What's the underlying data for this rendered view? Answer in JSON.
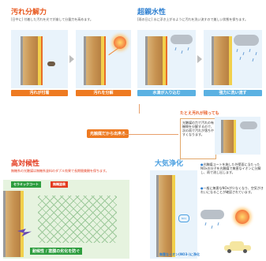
{
  "sections": {
    "stain": {
      "title": "汚れ分解力",
      "desc": "[日中に] 付着した汚れを光でが崩して分量力を高めます。",
      "tag1": "汚れが付着",
      "tag2": "汚れを分解"
    },
    "hydro": {
      "title": "超親水性",
      "desc": "[雨の日に] 水に浮き上がるように汚れを洗い流すので美しい状態を保ちます。",
      "tag1": "水滴が入り込む",
      "tag2": "強力に洗い流す"
    },
    "callout": {
      "title": "たとえ汚れが残っても",
      "body": "光触媒の力で汚れの有機物を分解するので、次の雨で汚れが落ちやすくなります。",
      "badge": "光触媒だから出来る"
    },
    "durability": {
      "title": "高対候性",
      "desc": "無機系の光触媒は無機系塗料のダブル効果で長期間美観を保ちます。",
      "coat_label": "セラミックコート",
      "inorganic_label": "無機塗装",
      "bottom_banner": "耐候性 / 塗膜の劣化を防ぐ"
    },
    "air": {
      "title": "大気浄化",
      "bullet1": "光触媒コートを施した外壁面に当たったNOxの分子を光触媒で無害なイオンに分解し、雨で流し出します。",
      "bullet2": "一般に無害なNOxが少なくなり、空気がきれいになることが確認されています。",
      "bottom_label": "無害なイオン(NO3-)に浄化",
      "molecule_label": "NOx"
    }
  },
  "icons": [
    "sun-icon",
    "cloud-icon",
    "rain-icon",
    "car-icon",
    "lightning-icon"
  ],
  "colors": {
    "accent_orange": "#ee7a21",
    "accent_blue": "#2d7fd1",
    "accent_green": "#2d9d3e",
    "heading_red": "#e33a1e"
  }
}
